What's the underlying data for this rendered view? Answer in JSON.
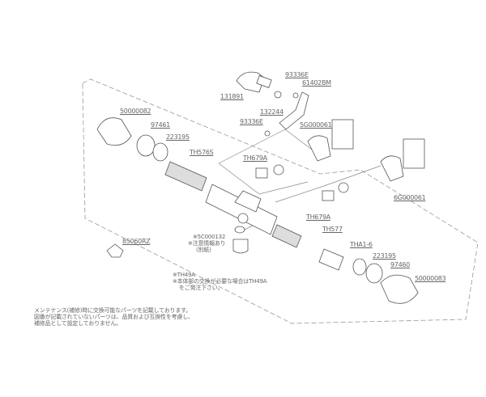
{
  "part_labels": {
    "p131891": "131891",
    "p93336E_a": "93336E",
    "p61402BM": "61402BM",
    "p132244": "132244",
    "p93336E_b": "93336E",
    "p5G000061": "5G000061",
    "p50000082": "50000082",
    "p97461": "97461",
    "p223195_a": "223195",
    "pTH576S": "TH576S",
    "pTH679A_a": "TH679A",
    "p6G000061": "6G000061",
    "pTH679A_b": "TH679A",
    "pTH577": "TH577",
    "pTHA1_6": "THA1-6",
    "p223195_b": "223195",
    "p97460": "97460",
    "p50000083": "50000083",
    "p85060RZ": "85060RZ"
  },
  "annotations": {
    "sc_part": "※5C000132",
    "sc_note1": "※注意情報あり",
    "sc_note2": "(別紙)",
    "th_part": "※TH49A",
    "th_note1": "※本体部の交換が必要な場合はTH49A",
    "th_note2": "をご発注下さい。"
  },
  "footer_notes": [
    "メンテナンス(補修)時に交換可能なパーツを記載しております。",
    "図番が記載されていないパーツは、品質および互換性を考慮し、",
    "補修品として設定しておりません。"
  ]
}
